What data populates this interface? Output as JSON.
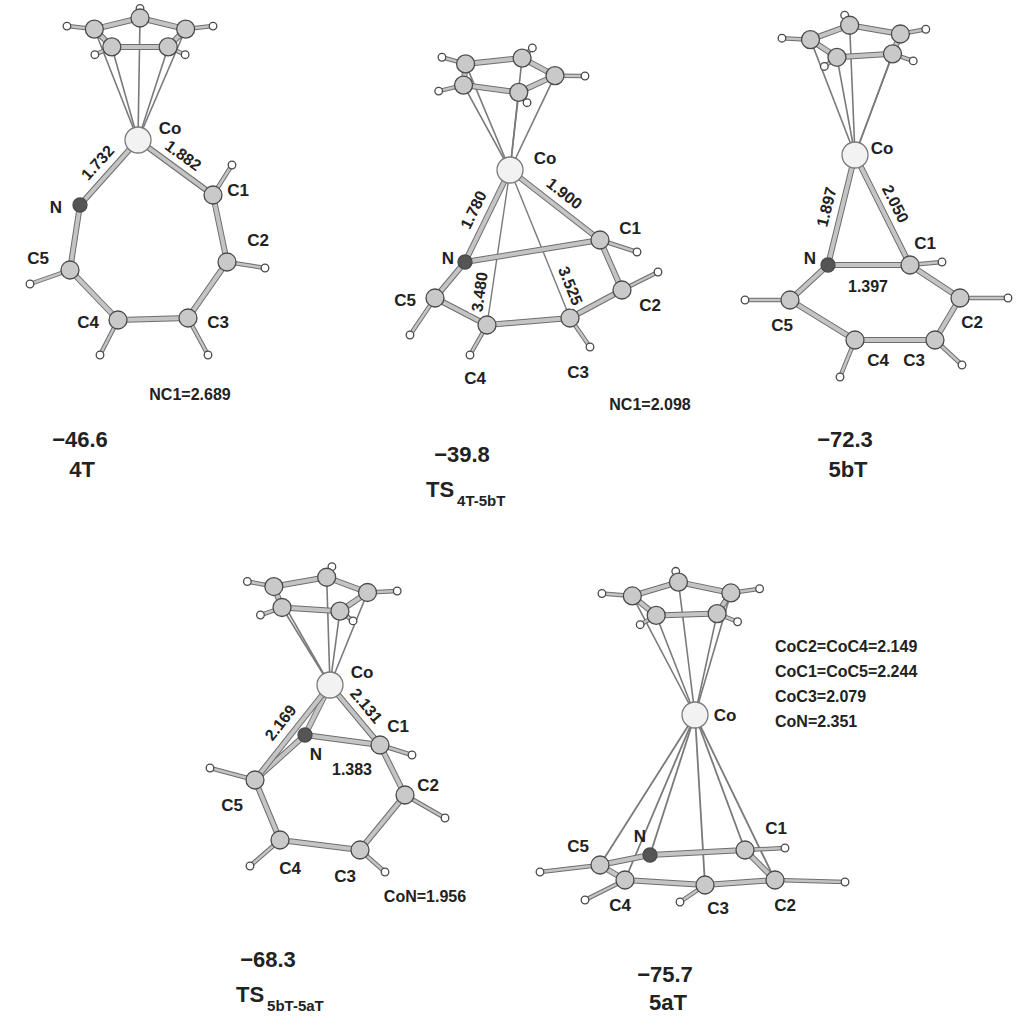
{
  "diagram": {
    "labels": [
      "1.732",
      "Co",
      "1.882",
      "N",
      "C1",
      "C5",
      "C2",
      "C4",
      "C3",
      "NC1=2.689",
      "−46.6",
      "4T",
      "1.780",
      "Co",
      "1.900",
      "C1",
      "N",
      "C5",
      "3.480",
      "3.525",
      "C2",
      "C4",
      "C3",
      "NC1=2.098",
      "−39.8",
      "TS",
      "4T-5bT",
      "Co",
      "1.897",
      "2.050",
      "N",
      "C1",
      "1.397",
      "C5",
      "C2",
      "C4",
      "C3",
      "−72.3",
      "5bT",
      "Co",
      "2.169",
      "2.131",
      "C5",
      "N",
      "C1",
      "1.383",
      "C2",
      "C4",
      "C3",
      "CoN=1.956",
      "−68.3",
      "TS",
      "5bT-5aT",
      "Co",
      "CoC2=CoC4=2.149",
      "CoC1=CoC5=2.244",
      "CoC3=2.079",
      "CoN=2.351",
      "C5",
      "N",
      "C1",
      "C4",
      "C3",
      "C2",
      "−75.7",
      "5aT"
    ]
  }
}
